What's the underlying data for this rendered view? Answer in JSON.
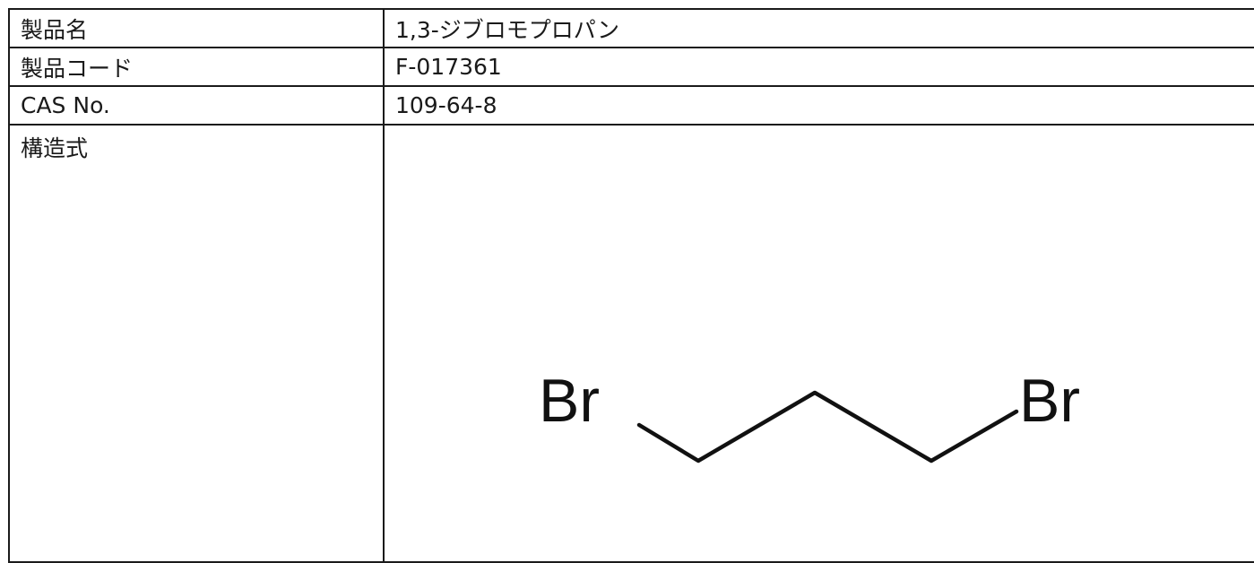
{
  "rows": [
    {
      "label": "製品名",
      "value": "1,3-ジブロモプロパン"
    },
    {
      "label": "製品コード",
      "value": "F-017361"
    },
    {
      "label": "CAS No.",
      "value": "109-64-8"
    }
  ],
  "structure": {
    "label": "構造式",
    "atom_left": "Br",
    "atom_right": "Br"
  }
}
